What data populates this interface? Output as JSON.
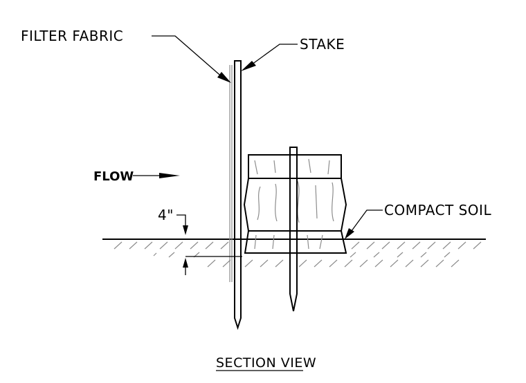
{
  "labels": {
    "filter_fabric": "FILTER FABRIC",
    "stake": "STAKE",
    "flow": "FLOW",
    "depth": "4\"",
    "compact_soil": "COMPACT SOIL",
    "section_view": "SECTION VIEW"
  },
  "colors": {
    "line": "#000000",
    "hatch": "#8c8c8c",
    "background": "#ffffff"
  }
}
